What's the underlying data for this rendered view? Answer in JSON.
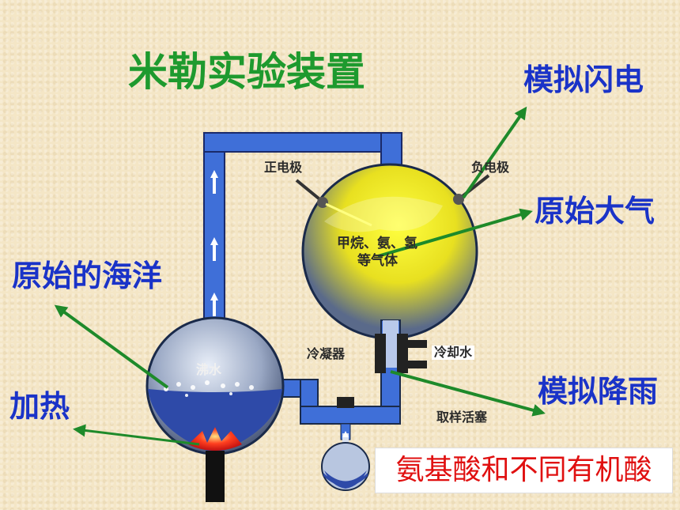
{
  "title": "米勒实验装置",
  "labels": {
    "lightning": "模拟闪电",
    "atmosphere": "原始大气",
    "ocean": "原始的海洋",
    "heating": "加热",
    "rain": "模拟降雨",
    "positive_electrode": "正电极",
    "negative_electrode": "负电极",
    "gas_line1": "甲烷、氨、氢",
    "gas_line2": "等气体",
    "condenser": "冷凝器",
    "cooling_water": "冷却水",
    "boiling_water": "沸水",
    "sampling_valve": "取样活塞"
  },
  "result": "氨基酸和不同有机酸",
  "colors": {
    "title": "#1e9a2e",
    "label_blue": "#1a33c8",
    "arrow_green": "#1e8a2a",
    "result_red": "#e01010",
    "tube_blue": "#3f6fd8"
  }
}
